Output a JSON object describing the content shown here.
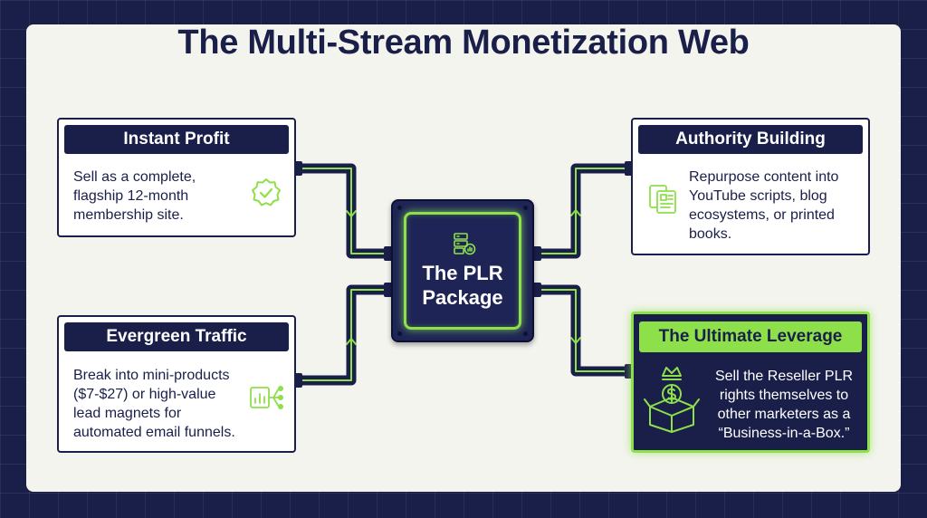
{
  "title": "The Multi-Stream Monetization Web",
  "hub": {
    "line1": "The PLR",
    "line2": "Package",
    "icon": "server-chart-icon"
  },
  "cards": {
    "instant_profit": {
      "title": "Instant Profit",
      "lines": [
        "Sell as a complete,",
        "flagship 12-month",
        "membership site."
      ],
      "icon": "check-badge-icon"
    },
    "authority": {
      "title": "Authority Building",
      "lines": [
        "Repurpose content into",
        "YouTube scripts, blog",
        "ecosystems, or printed",
        "books."
      ],
      "icon": "documents-icon"
    },
    "evergreen": {
      "title": "Evergreen Traffic",
      "lines": [
        "Break into mini-products",
        "($7-$27) or high-value",
        "lead magnets for",
        "automated email funnels."
      ],
      "icon": "funnel-chart-icon"
    },
    "leverage": {
      "title": "The Ultimate Leverage",
      "lines": [
        "Sell the Reseller PLR",
        "rights themselves to",
        "other marketers as a",
        "“Business-in-a-Box.”"
      ],
      "icon": "crowned-money-box-icon"
    }
  },
  "colors": {
    "navy": "#1a1f4a",
    "accent_green": "#8ee04a",
    "panel": "#f4f4ef"
  }
}
